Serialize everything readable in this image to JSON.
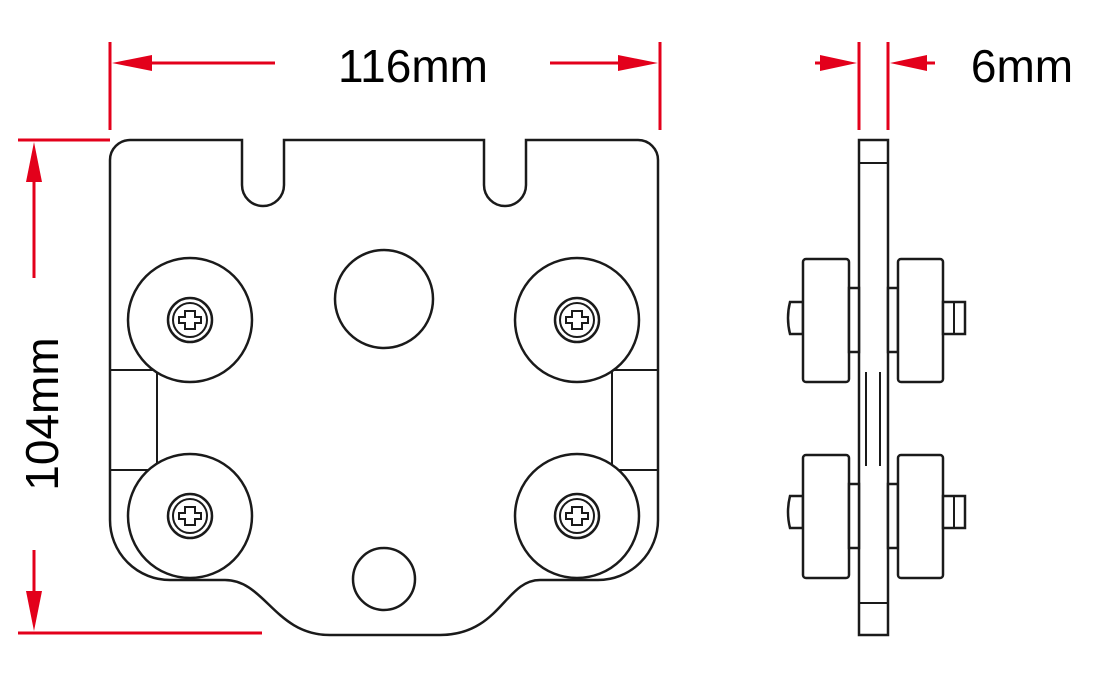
{
  "dimensions": {
    "width_label": "116mm",
    "height_label": "104mm",
    "thickness_label": "6mm"
  },
  "colors": {
    "dimension": "#e3001b",
    "outline": "#1a1a1a",
    "background": "#ffffff"
  }
}
